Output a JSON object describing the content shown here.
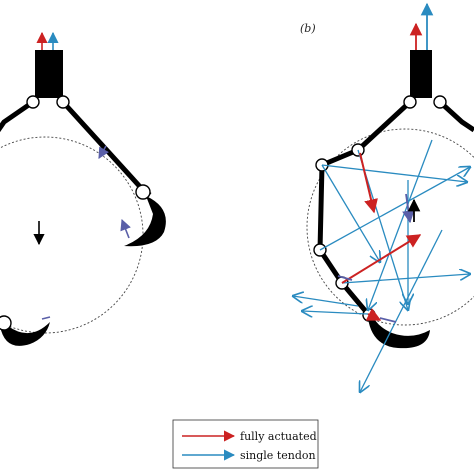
{
  "panel_b": {
    "label": "(b)"
  },
  "legend": {
    "items": [
      {
        "label": "fully actuated",
        "color": "#cc2222"
      },
      {
        "label": "single tendon",
        "color": "#2a8bc0"
      }
    ]
  },
  "colors": {
    "linkage": "#000000",
    "object_outline": "#444444",
    "red_arrow": "#cc2222",
    "blue_arrow": "#2a8bc0",
    "purple_arrow": "#5a5fa8"
  }
}
